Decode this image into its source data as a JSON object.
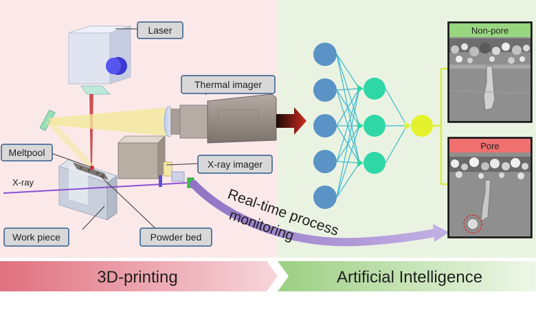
{
  "colors": {
    "left_bg": "#fbe9ea",
    "right_bg": "#eaf3e2",
    "neuron_input": "#5b93c7",
    "neuron_hidden": "#2fd6a6",
    "neuron_output": "#e4f22d",
    "connection": "#38b8cf",
    "label_box_fill": "#d8d8d8",
    "label_box_stroke": "#2f5b8a",
    "laser_beam": "#c23a3a",
    "thermal_beam": "#f3e89a",
    "xray_beam": "#8a4fd0",
    "arrow_red": "#c4241b",
    "monitor_arrow": "#a996cf",
    "nonpore_header": "#98d67f",
    "pore_header": "#f07070",
    "pore_marker": "#d42a2a",
    "band_left": "#ea8f9c",
    "band_right": "#a7d68e"
  },
  "labels": {
    "laser": "Laser",
    "thermal_imager": "Thermal imager",
    "meltpool": "Meltpool",
    "xray_imager": "X-ray imager",
    "xray": "X-ray",
    "work_piece": "Work piece",
    "powder_bed": "Powder bed"
  },
  "monitoring": {
    "line1": "Real-time process",
    "line2": "monitoring"
  },
  "panels": {
    "nonpore": "Non-pore",
    "pore": "Pore"
  },
  "bands": {
    "left": "3D-printing",
    "right": "Artificial Intelligence"
  },
  "network": {
    "layers": [
      5,
      3,
      1
    ]
  }
}
